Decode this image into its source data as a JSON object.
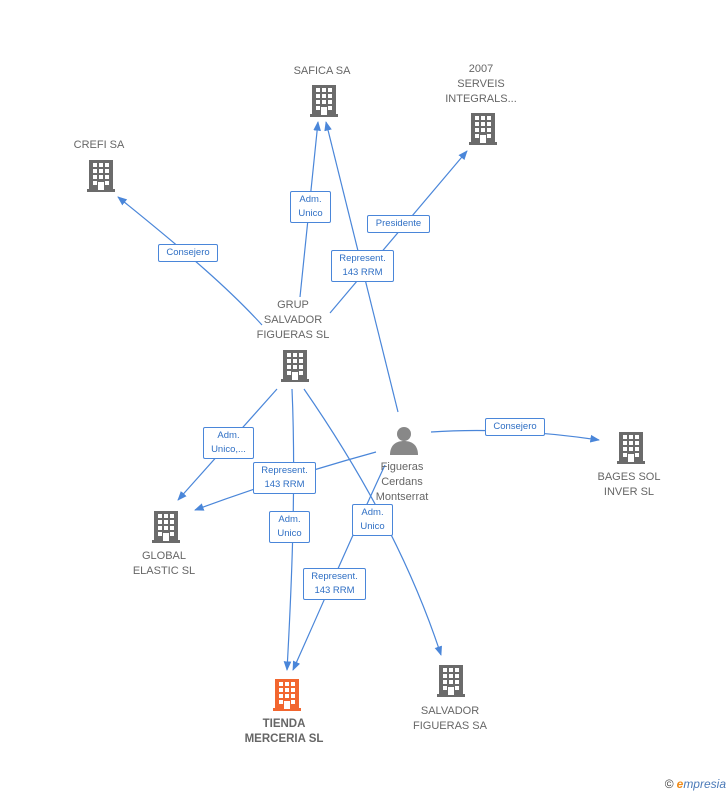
{
  "colors": {
    "edge": "#4a86d9",
    "company_icon": "#6b6b6b",
    "focus_icon": "#f2662f",
    "person_icon": "#888888"
  },
  "nodes": {
    "safica": {
      "label": "SAFICA SA",
      "icon": "building-icon"
    },
    "serveis2007": {
      "label": "2007\nSERVEIS\nINTEGRALS...",
      "icon": "building-icon"
    },
    "crefi": {
      "label": "CREFI SA",
      "icon": "building-icon"
    },
    "grup_salvador": {
      "label": "GRUP\nSALVADOR\nFIGUERAS  SL",
      "icon": "building-icon"
    },
    "figueras_person": {
      "label": "Figueras\nCerdans\nMontserrat",
      "icon": "person-icon"
    },
    "bages_sol": {
      "label": "BAGES SOL\nINVER  SL",
      "icon": "building-icon"
    },
    "global_elastic": {
      "label": "GLOBAL\nELASTIC  SL",
      "icon": "building-icon"
    },
    "tienda_merceria": {
      "label": "TIENDA\nMERCERIA  SL",
      "icon": "building-icon"
    },
    "salvador_figueras_sa": {
      "label": "SALVADOR\nFIGUERAS SA",
      "icon": "building-icon"
    }
  },
  "edges": {
    "grup_safica": "Adm.\nUnico",
    "grup_crefi": "Consejero",
    "grup_serveis": "Presidente",
    "person_safica": "Represent.\n143 RRM",
    "person_bages": "Consejero",
    "grup_global": "Adm.\nUnico,...",
    "person_global": "Represent.\n143 RRM",
    "grup_tienda": "Adm.\nUnico",
    "grup_salvadorsa": "Adm.\nUnico",
    "person_tienda": "Represent.\n143 RRM"
  },
  "watermark": {
    "copyright": "©",
    "brand_first": "e",
    "brand_rest": "mpresia"
  }
}
